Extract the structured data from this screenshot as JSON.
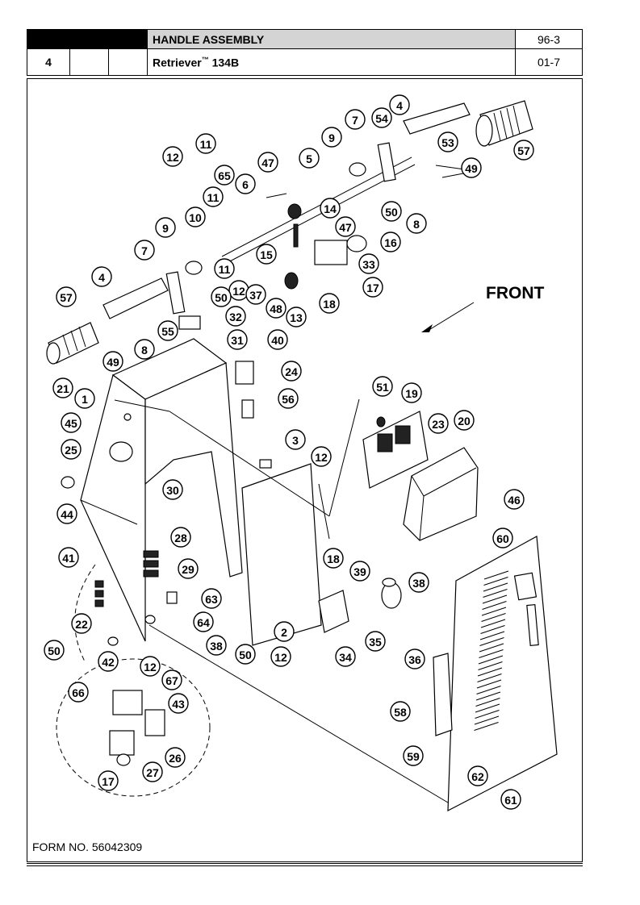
{
  "header": {
    "page_number": "4",
    "title": "HANDLE ASSEMBLY",
    "subtitle_main": "Retriever",
    "subtitle_tm": "™",
    "subtitle_model": " 134B",
    "code_top": "96-3",
    "code_bottom": "01-7"
  },
  "diagram": {
    "front_label": "FRONT",
    "callouts": [
      "1",
      "2",
      "3",
      "4",
      "4",
      "5",
      "6",
      "7",
      "7",
      "8",
      "8",
      "9",
      "9",
      "10",
      "11",
      "11",
      "11",
      "12",
      "12",
      "12",
      "12",
      "12",
      "13",
      "14",
      "15",
      "16",
      "17",
      "17",
      "18",
      "18",
      "19",
      "20",
      "21",
      "22",
      "23",
      "24",
      "25",
      "26",
      "27",
      "28",
      "29",
      "30",
      "31",
      "32",
      "33",
      "34",
      "35",
      "36",
      "37",
      "38",
      "38",
      "39",
      "40",
      "41",
      "42",
      "43",
      "44",
      "45",
      "46",
      "47",
      "47",
      "48",
      "49",
      "49",
      "50",
      "50",
      "50",
      "50",
      "51",
      "53",
      "54",
      "55",
      "56",
      "57",
      "57",
      "58",
      "59",
      "60",
      "61",
      "62",
      "63",
      "64",
      "65",
      "66",
      "67"
    ]
  },
  "footer": {
    "form_number": "FORM NO. 56042309"
  }
}
